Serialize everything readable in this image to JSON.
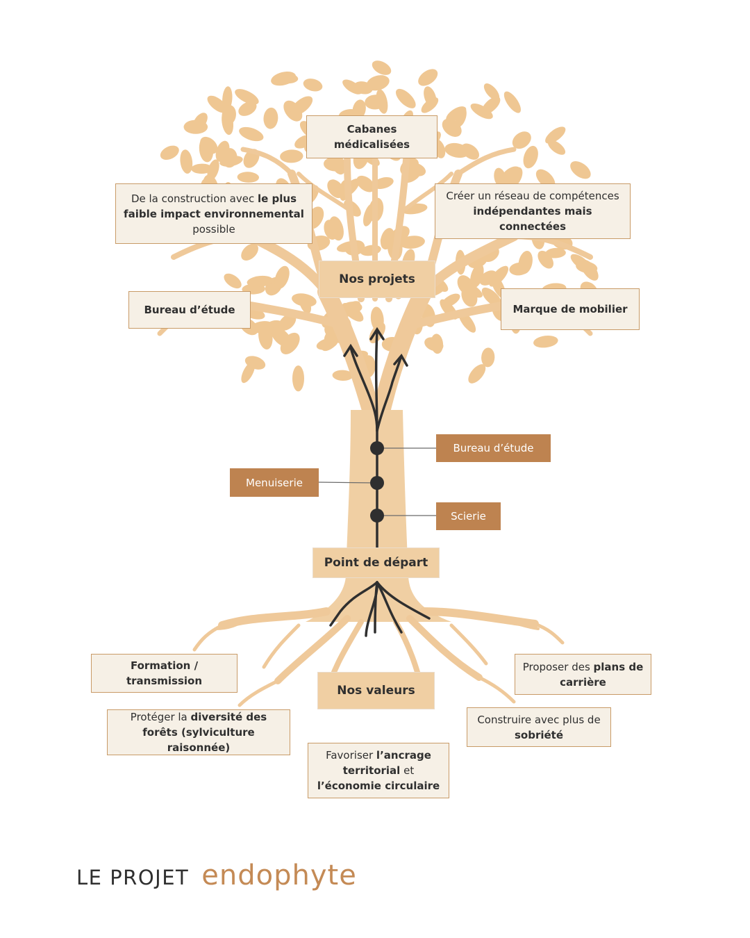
{
  "projets": {
    "title": "Nos projets",
    "top": "Cabanes médicalisées",
    "left_high": [
      "De la construction avec ",
      "le plus faible impact environnemental",
      " possible"
    ],
    "right_high": [
      "Créer un réseau de compétences ",
      "indépendantes mais connectées"
    ],
    "left_low": "Bureau d’étude",
    "right_low": "Marque de mobilier"
  },
  "timeline": {
    "start": "Point de départ",
    "steps": [
      "Bureau d’étude",
      "Menuiserie",
      "Scierie"
    ]
  },
  "valeurs": {
    "title": "Nos valeurs",
    "formation": "Formation / transmission",
    "diversite": [
      "Protéger la ",
      "diversité des forêts (sylviculture raisonnée)"
    ],
    "ancrage": [
      "Favoriser ",
      "l’ancrage territorial",
      " et ",
      "l’économie circulaire"
    ],
    "carriere": [
      "Proposer des ",
      "plans de carrière"
    ],
    "sobriete": [
      "Construire avec plus de ",
      "sobriété"
    ]
  },
  "footer": {
    "prefix": "LE PROJET",
    "brand": "endophyte"
  },
  "colors": {
    "tree": "#f0cfa3",
    "leaf": "#efc793",
    "accent": "#be8350",
    "line": "#2f2f2f"
  }
}
